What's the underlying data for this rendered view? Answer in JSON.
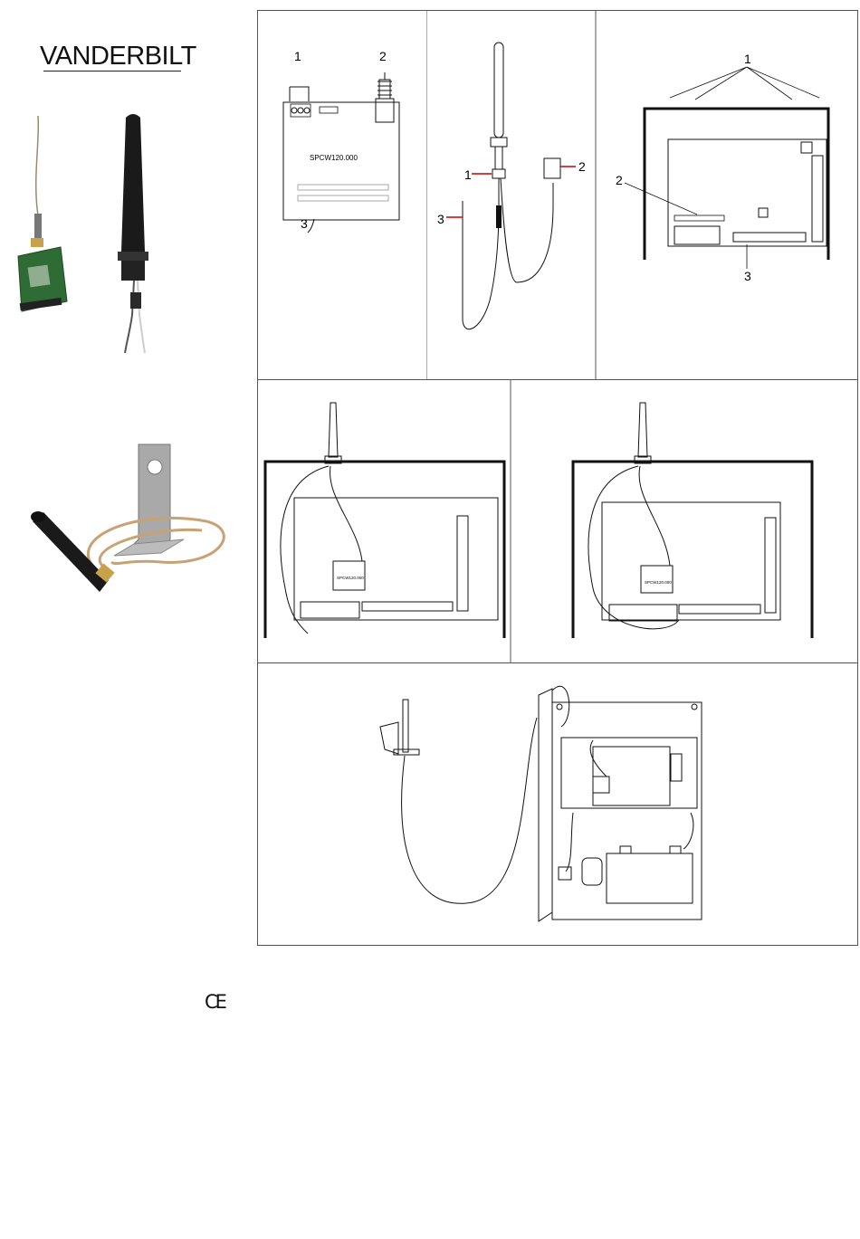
{
  "brand": {
    "logo_text": "VANDERBILT"
  },
  "panel1": {
    "label_1": "1",
    "label_2": "2",
    "label_3": "3",
    "module_name": "SPCW120.000"
  },
  "panel2": {
    "label_1": "1",
    "label_2": "2",
    "label_3": "3"
  },
  "panel3": {
    "label_1": "1",
    "label_2": "2",
    "label_3": "3"
  },
  "panel4": {
    "module_name": "SPCW120.000"
  },
  "panel5": {
    "module_name": "SPCW120.000"
  },
  "footer": {
    "ce_mark": "CE"
  },
  "colors": {
    "board_green": "#2f6b35",
    "cable_tan": "#c9a274",
    "antenna_black": "#1a1a1a",
    "bracket_grey": "#a9a9a9",
    "line": "#111111"
  }
}
